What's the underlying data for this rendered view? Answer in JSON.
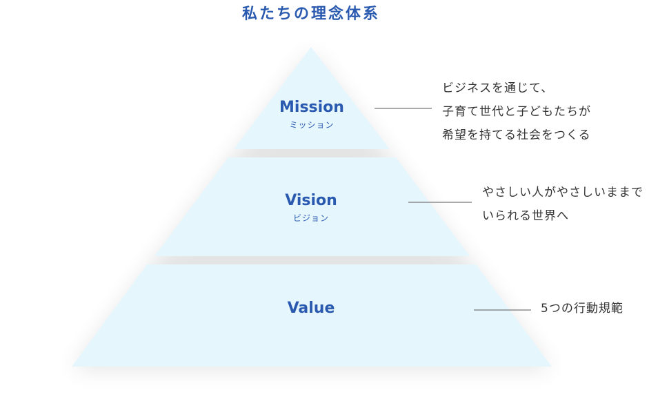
{
  "title": "私たちの理念体系",
  "tiers": [
    {
      "name_en": "Mission",
      "name_jp": "ミッション",
      "description": [
        "ビジネスを通じて、",
        "子育て世代と子どもたちが",
        "希望を持てる社会をつくる"
      ]
    },
    {
      "name_en": "Vision",
      "name_jp": "ビジョン",
      "description": [
        "やさしい人がやさしいままで",
        "いられる世界へ"
      ]
    },
    {
      "name_en": "Value",
      "name_jp": "",
      "description": [
        "5つの行動規範"
      ]
    }
  ],
  "colors": {
    "accent": "#2a5ab0",
    "tier_fill": "#e6f6fd",
    "text": "#333333",
    "connector": "#555555"
  }
}
